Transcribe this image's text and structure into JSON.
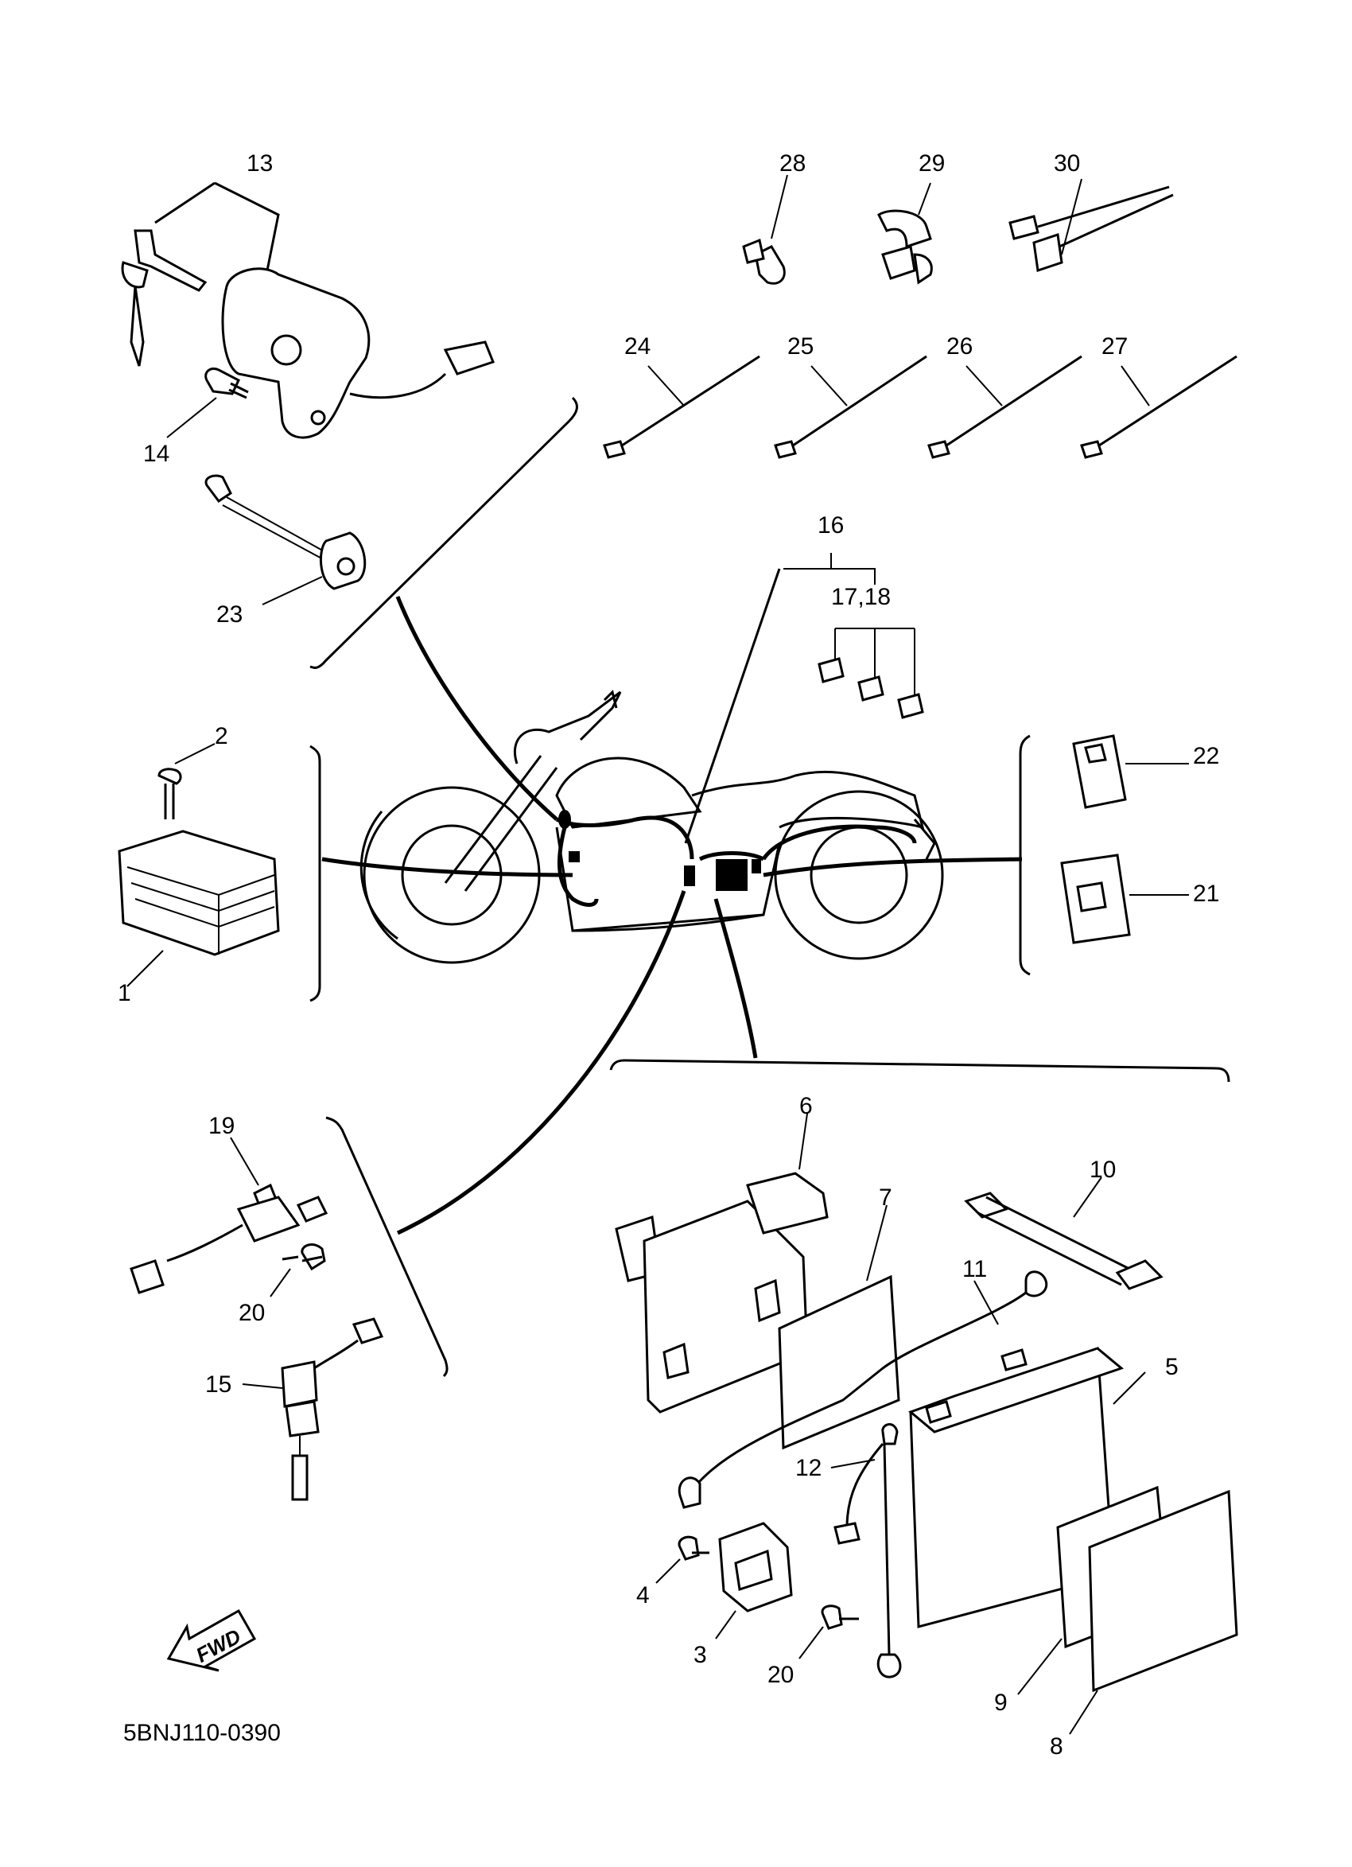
{
  "callouts": {
    "c1": "1",
    "c2": "2",
    "c3": "3",
    "c4": "4",
    "c5": "5",
    "c6": "6",
    "c7": "7",
    "c8": "8",
    "c9": "9",
    "c10": "10",
    "c11": "11",
    "c12": "12",
    "c13": "13",
    "c14": "14",
    "c15": "15",
    "c16": "16",
    "c17_18": "17,18",
    "c19": "19",
    "c20a": "20",
    "c20b": "20",
    "c21": "21",
    "c22": "22",
    "c23": "23",
    "c24": "24",
    "c25": "25",
    "c26": "26",
    "c27": "27",
    "c28": "28",
    "c29": "29",
    "c30": "30"
  },
  "fwd_label": "FWD",
  "diagram_code": "5BNJ110-0390"
}
